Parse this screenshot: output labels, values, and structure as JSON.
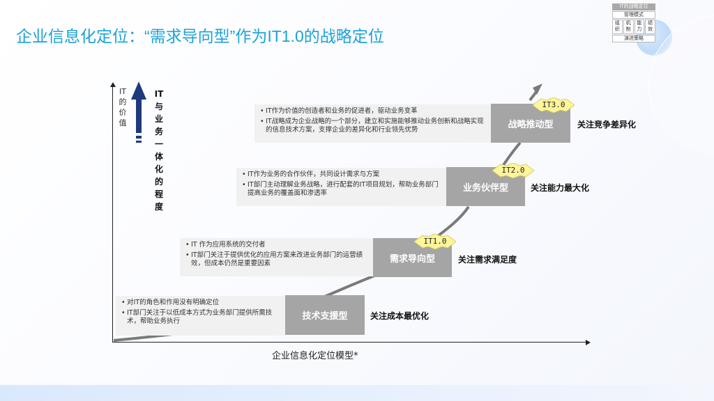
{
  "page": {
    "title": "企业信息化定位：“需求导向型”作为IT1.0的战略定位"
  },
  "mini_matrix": {
    "header": "IT的战略定位",
    "top_row": "管理模式",
    "cells": [
      "组织",
      "机制",
      "能力",
      "绩效"
    ],
    "bottom_row": "演进策略"
  },
  "axes": {
    "y_label": [
      "IT",
      "的",
      "价",
      "值"
    ],
    "vertical_title": [
      "IT",
      "与",
      "业",
      "务",
      "一",
      "体",
      "化",
      "的",
      "程",
      "度"
    ],
    "x_label": "企业信息化定位模型*"
  },
  "colors": {
    "title": "#1aa3d9",
    "stage_box": "#a5a5a5",
    "desc_bg": "#f1f1f1",
    "badge_fill": "#fff59a",
    "arrow": "#1f3a7a",
    "curve": "#7a7a7a"
  },
  "stages": [
    {
      "name": "技术支援型",
      "focus": "关注成本最优化",
      "badge": "",
      "bullets": [
        "对IT的角色和作用没有明确定位",
        "IT部门关注于以低成本方式为业务部门提供所需技术，帮助业务执行"
      ]
    },
    {
      "name": "需求导向型",
      "focus": "关注需求满足度",
      "badge": "IT1.0",
      "bullets": [
        "IT 作为应用系统的交付者",
        "IT部门关注于提供优化的应用方案来改进业务部门的运营绩效，但成本仍然是重要因素"
      ]
    },
    {
      "name": "业务伙伴型",
      "focus": "关注能力最大化",
      "badge": "IT2.0",
      "bullets": [
        "IT作为业务的合作伙伴，共同设计需求与方案",
        "IT部门主动理解业务战略，进行配套的IT项目规划，帮助业务部门提高业务的覆盖面和渗透率"
      ]
    },
    {
      "name": "战略推动型",
      "focus": "关注竞争差异化",
      "badge": "IT3.0",
      "bullets": [
        "IT作为价值的创造者和业务的促进者，驱动业务变革",
        "IT战略成为企业战略的一个部分，建立和实施能够推动业务创新和战略实现的信息技术方案，支撑企业的差异化和行业领先优势"
      ]
    }
  ]
}
